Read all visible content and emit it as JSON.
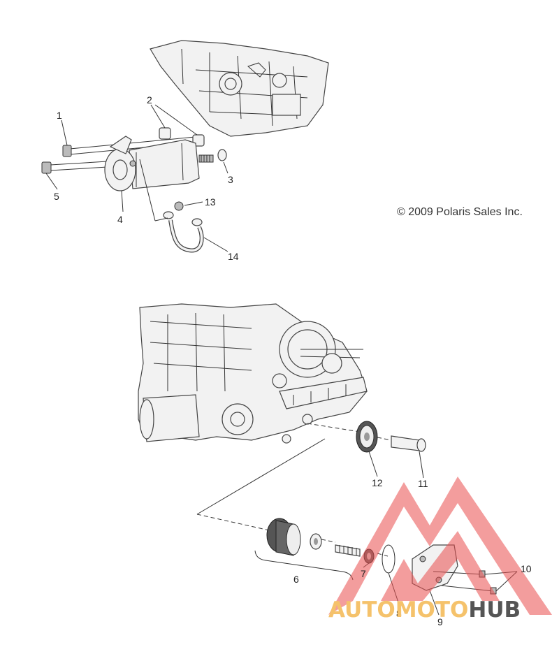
{
  "copyright": "© 2009 Polaris Sales Inc.",
  "callouts": [
    "1",
    "2",
    "3",
    "4",
    "5",
    "6",
    "7",
    "8",
    "9",
    "10",
    "11",
    "12",
    "13",
    "14"
  ],
  "watermark": {
    "part1": "AUTOMOTO",
    "part2": "HUB",
    "color_light": "#f5c26b",
    "color_dark": "#555555",
    "logo_color": "#e85050"
  }
}
